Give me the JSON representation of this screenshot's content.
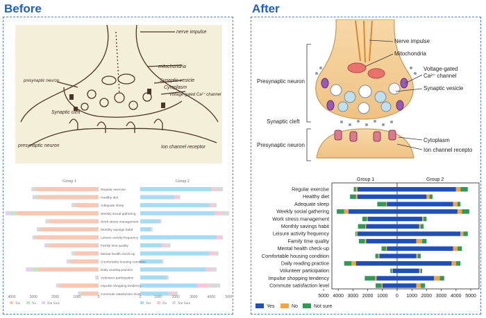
{
  "headers": {
    "before": "Before",
    "after": "After"
  },
  "colors": {
    "yes": "#1f4fb8",
    "no": "#f3a640",
    "notsure": "#2d9a5a",
    "accent": "#1f5fbf"
  },
  "sketch": {
    "labels": [
      "nerve impulse",
      "mitochondria",
      "Synaptic vesicle",
      "Cytoplasm",
      "Voltage-gated Ca²⁺ channel",
      "Synaptic cleft",
      "presynaptic neuron",
      "presynaptic neuron",
      "Ion channel receptor"
    ]
  },
  "diagram": {
    "labels": {
      "nerve_impulse": "Nerve impulse",
      "mitochondria": "Mitochondria",
      "voltage_gated_1": "Voltage-gated",
      "voltage_gated_2": "Ca²⁺ channel",
      "synaptic_vesicle": "Synaptic vesicle",
      "presynaptic_top": "Presynaptic neuron",
      "synaptic_cleft": "Synaptic cleft",
      "presynaptic_bottom": "Presynaptic neuron",
      "cytoplasm": "Cytoplasm",
      "ion_channel": "Ion channel recepto"
    }
  },
  "chart_data": [
    {
      "type": "bar",
      "panel": "before",
      "titles": [
        "Group 1",
        "Group 2"
      ],
      "categories": [
        "Regular exercise",
        "Healthy diet",
        "Adequate sleep",
        "Weekly social gathering",
        "Work stress management",
        "Monthly savings habit",
        "Leisure activity frequency",
        "Family time quality",
        "Mental health check-up",
        "Comfortable housing condition",
        "Daily reading practice",
        "Volunteer participation",
        "Impulse shopping tendency",
        "Commute satisfaction level"
      ],
      "group1": {
        "Yes": [
          2900,
          2800,
          1100,
          3800,
          2300,
          2700,
          2900,
          2300,
          1100,
          1300,
          2800,
          0,
          1800,
          800
        ],
        "No": [
          80,
          100,
          60,
          200,
          60,
          60,
          60,
          100,
          60,
          80,
          250,
          60,
          60,
          60
        ],
        "Not sure": [
          120,
          150,
          90,
          300,
          90,
          90,
          90,
          100,
          90,
          100,
          300,
          90,
          100,
          90
        ]
      },
      "group2": {
        "Yes": [
          4000,
          1900,
          3900,
          4200,
          1100,
          600,
          4300,
          1200,
          3900,
          1200,
          3700,
          1500,
          3200,
          1600
        ],
        "No": [
          250,
          200,
          200,
          300,
          40,
          50,
          250,
          200,
          300,
          60,
          300,
          50,
          600,
          200
        ],
        "Not sure": [
          400,
          150,
          200,
          500,
          50,
          40,
          100,
          300,
          200,
          40,
          300,
          50,
          700,
          300
        ]
      },
      "xticks": {
        "group1": [
          "4000",
          "3000",
          "2000",
          "1000",
          "0"
        ],
        "group2": [
          "0",
          "1000",
          "2000",
          "3000",
          "4000",
          "5000"
        ]
      },
      "legend": [
        "Yes",
        "No",
        "Not Sure"
      ]
    },
    {
      "type": "bar",
      "panel": "after",
      "titles": [
        "Group 1",
        "Group 2"
      ],
      "categories": [
        "Regular exercise",
        "Healthy diet",
        "Adequate sleep",
        "Weekly social gathering",
        "Work stress management",
        "Monthly savings habit",
        "Leisure activity frequency",
        "Family time quality",
        "Mental health check-up",
        "Comfortable housing condition",
        "Daily reading practice",
        "Volunteer participation",
        "Impulse shopping tendency",
        "Commute satisfaction level"
      ],
      "group1": {
        "Yes": [
          2700,
          2700,
          700,
          3300,
          2000,
          2100,
          2700,
          2100,
          700,
          1200,
          2800,
          300,
          1400,
          1000
        ],
        "No": [
          100,
          100,
          50,
          300,
          60,
          60,
          80,
          100,
          60,
          80,
          300,
          60,
          100,
          60
        ],
        "Not sure": [
          150,
          400,
          600,
          500,
          300,
          500,
          60,
          400,
          300,
          200,
          500,
          100,
          700,
          400
        ]
      },
      "group2": {
        "Yes": [
          4000,
          2000,
          3800,
          4100,
          1700,
          1500,
          4300,
          1300,
          3800,
          1300,
          3700,
          1500,
          2500,
          1300
        ],
        "No": [
          300,
          200,
          300,
          300,
          100,
          100,
          200,
          400,
          300,
          100,
          300,
          100,
          400,
          300
        ],
        "Not sure": [
          500,
          200,
          200,
          500,
          200,
          200,
          300,
          300,
          300,
          200,
          300,
          100,
          300,
          300
        ]
      },
      "xticks": [
        "5000",
        "4000",
        "3000",
        "2000",
        "1000",
        "0",
        "1000",
        "2000",
        "3000",
        "4000",
        "5000"
      ],
      "legend": [
        "Yes",
        "No",
        "Not sure"
      ]
    }
  ]
}
